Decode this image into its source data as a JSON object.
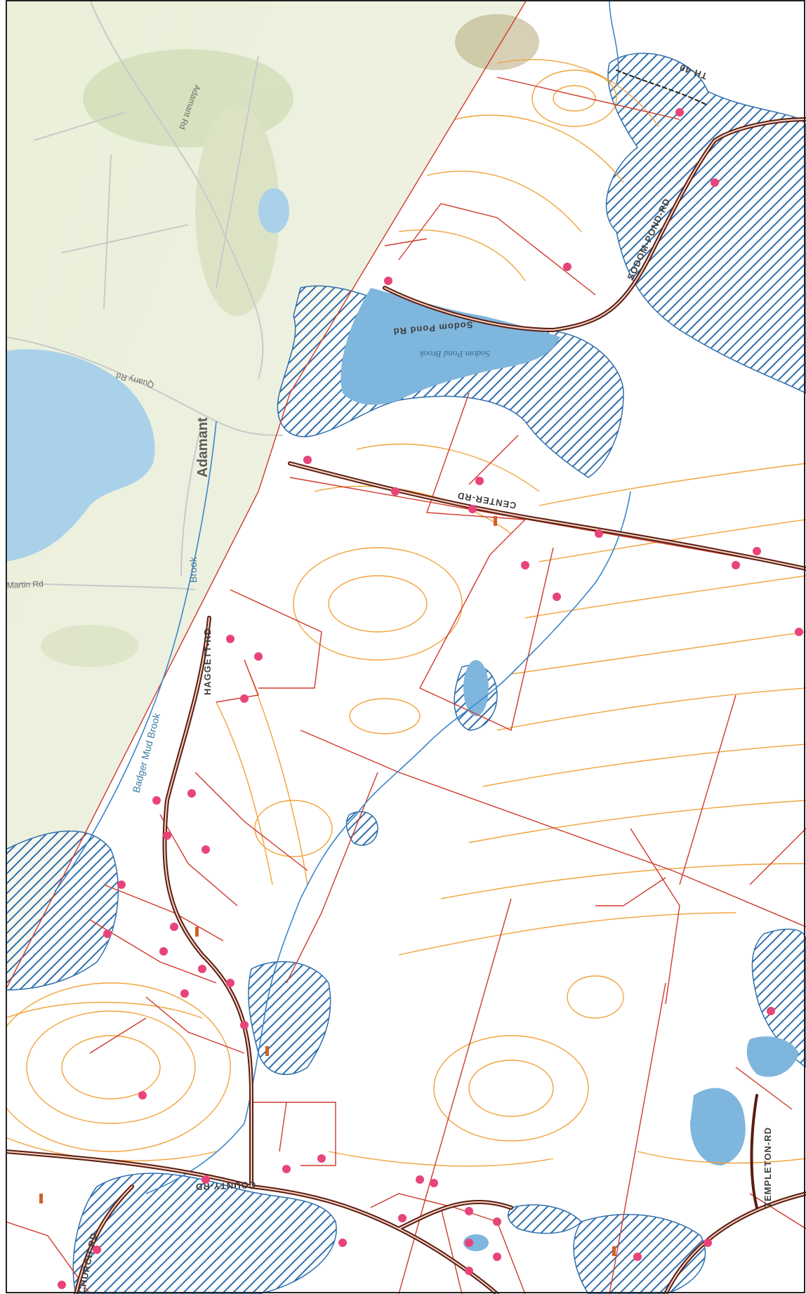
{
  "map": {
    "place_name": "Adamant",
    "water_labels": {
      "pond_brook": "Sodom Pond Brook"
    },
    "stream_labels": {
      "brook": "Brook",
      "upper_brook": "Badger Mud Brook"
    },
    "road_labels": {
      "th40": "TH-40",
      "sodom_pond_rd": "SODOM-POND-RD",
      "center_rd": "CENTER-RD",
      "hagget_rd": "HAGGETT-RD",
      "county_rd": "COUNTY-RD",
      "templeton_rd": "TEMPLETON-RD",
      "church_rd": "CHURCH-RD",
      "sodom_pond_rd_short": "Sodom Pond Rd"
    },
    "base_labels": {
      "adamant_rd": "Adamant Rd",
      "quarry_rd": "Quarry Rd",
      "martin_rd": "Martin Rd"
    },
    "colors": {
      "parcel_line": "#d03a2c",
      "contour": "#f2a23a",
      "wetland_hatch": "#2f6fae",
      "water": "#7fb6dd",
      "stream": "#3b86c8",
      "road_casing": "#5a1d10",
      "structure_point": "#e8447a"
    }
  }
}
